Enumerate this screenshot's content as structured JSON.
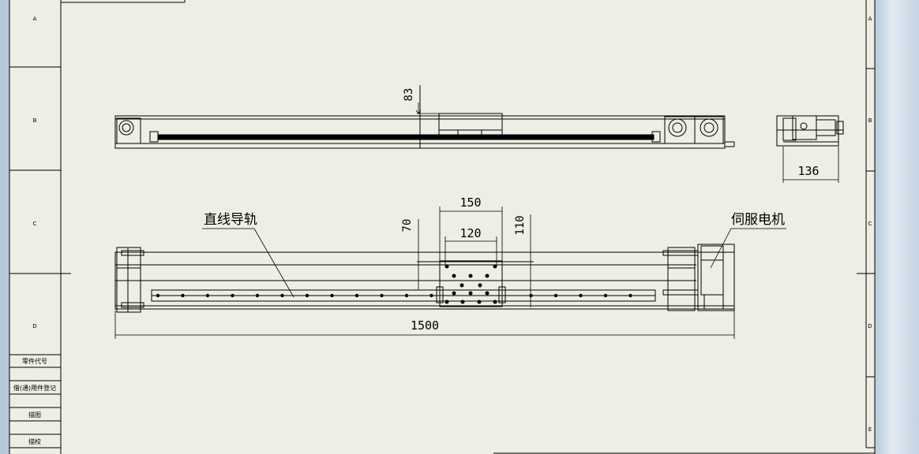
{
  "sheet": {
    "row_letters_left": [
      "A",
      "B",
      "C",
      "D"
    ],
    "row_letters_right": [
      "A",
      "B",
      "C",
      "D",
      "E"
    ],
    "title_block": [
      "零件代号",
      "借(通)用件登记",
      "描图",
      "描校"
    ]
  },
  "views": {
    "front": {
      "dim_height": "83"
    },
    "side": {
      "dim_width": "136"
    },
    "top": {
      "dim_total_length": "1500",
      "dim_slide_width_outer": "150",
      "dim_slide_width_inner": "120",
      "dim_slide_offset": "70",
      "dim_slide_depth": "110",
      "label_rail": "直线导轨",
      "label_motor": "伺服电机"
    }
  },
  "colors": {
    "paper": "#eeeee4",
    "line": "#000000",
    "background": "#c9d6e4"
  }
}
